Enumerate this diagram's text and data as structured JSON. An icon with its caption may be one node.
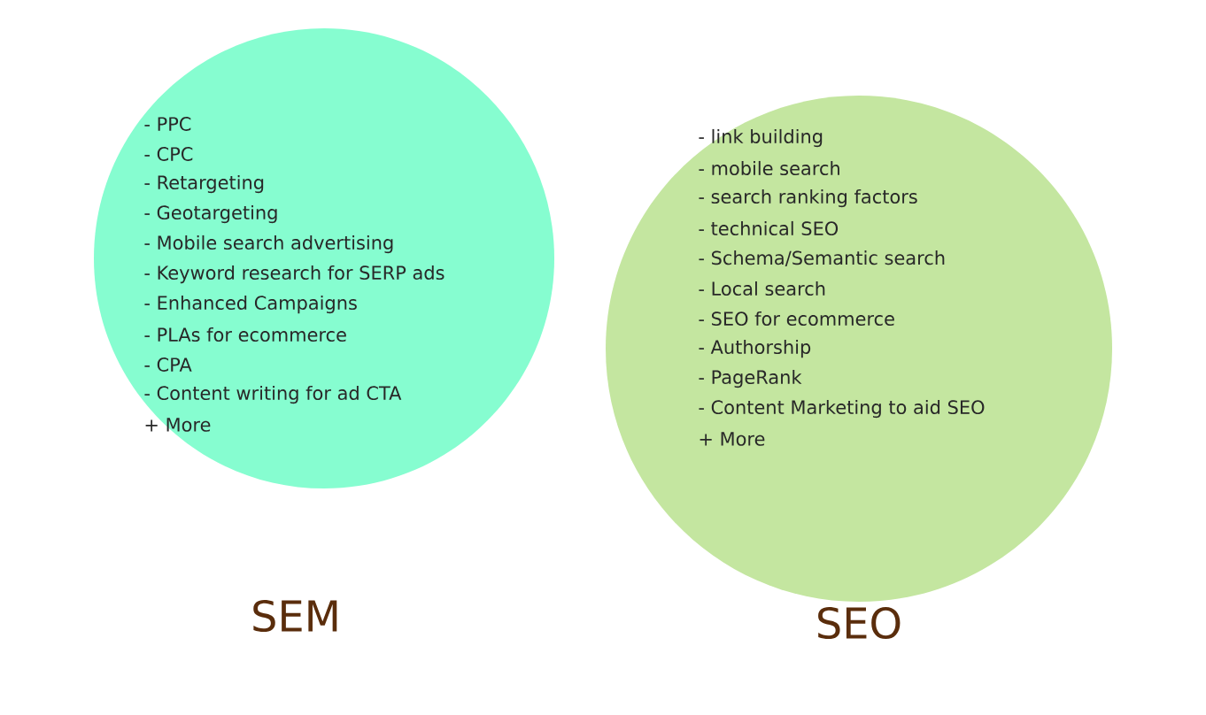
{
  "diagram": {
    "nodes": [
      {
        "text": [
          "SEM",
          "- PPC",
          "- CPC",
          "- Retargeting",
          "- Geotargeting",
          "- Mobile search advertising",
          "- Keyword research for SERP ads",
          "- Enhanced Campaigns",
          "- PLAs for ecommerce",
          "- CPA",
          "- Content writing for ad CTA",
          "+ More"
        ]
      },
      {
        "text": [
          "SEO",
          "- link building",
          "- mobile search",
          "- search ranking factors",
          "- technical SEO",
          "- Schema/Semantic search",
          "- Local search",
          "- SEO for ecommerce",
          "- Authorship",
          "- PageRank",
          "- Content Marketing to aid SEO",
          "+ More"
        ]
      }
    ]
  }
}
